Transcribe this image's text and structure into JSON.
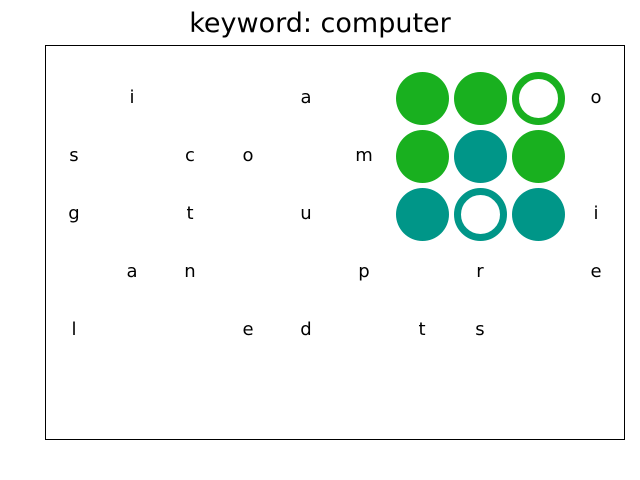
{
  "title": "keyword: computer",
  "colors": {
    "green": "#19b01f",
    "teal": "#009688"
  },
  "grid": {
    "rows": [
      [
        "",
        "i",
        "",
        "",
        "a",
        "",
        "",
        "",
        "",
        "o"
      ],
      [
        "s",
        "",
        "c",
        "o",
        "",
        "m",
        "",
        "",
        "",
        ""
      ],
      [
        "g",
        "",
        "t",
        "",
        "u",
        "",
        "",
        "",
        "",
        "i"
      ],
      [
        "",
        "a",
        "n",
        "",
        "",
        "p",
        "",
        "r",
        "",
        "e"
      ],
      [
        "l",
        "",
        "",
        "e",
        "d",
        "",
        "t",
        "s",
        "",
        ""
      ]
    ]
  },
  "tokens": [
    {
      "row": 0,
      "col": 6,
      "color": "green",
      "style": "filled"
    },
    {
      "row": 0,
      "col": 7,
      "color": "green",
      "style": "filled"
    },
    {
      "row": 0,
      "col": 8,
      "color": "green",
      "style": "ring"
    },
    {
      "row": 1,
      "col": 6,
      "color": "green",
      "style": "filled"
    },
    {
      "row": 1,
      "col": 7,
      "color": "teal",
      "style": "filled"
    },
    {
      "row": 1,
      "col": 8,
      "color": "green",
      "style": "filled"
    },
    {
      "row": 2,
      "col": 6,
      "color": "teal",
      "style": "filled"
    },
    {
      "row": 2,
      "col": 7,
      "color": "teal",
      "style": "ring"
    },
    {
      "row": 2,
      "col": 8,
      "color": "teal",
      "style": "filled"
    }
  ]
}
